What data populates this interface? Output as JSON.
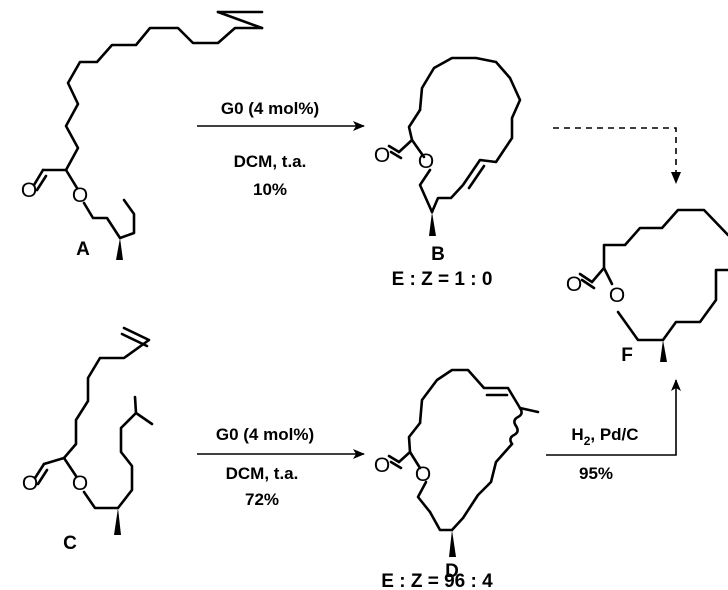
{
  "atoms": {
    "oxygen": "O"
  },
  "compounds": {
    "A": {
      "label": "A"
    },
    "B": {
      "label": "B",
      "ratio": "E : Z = 1 : 0"
    },
    "C": {
      "label": "C"
    },
    "D": {
      "label": "D",
      "ratio": "E : Z = 96 : 4"
    },
    "F": {
      "label": "F"
    }
  },
  "reactions": {
    "r1": {
      "reagent": "G0 (4 mol%)",
      "solvent": "DCM, t.a.",
      "yield": "10%"
    },
    "r2": {
      "reagent": "G0 (4 mol%)",
      "solvent": "DCM, t.a.",
      "yield": "72%"
    },
    "r3": {
      "reagent_main": "H",
      "reagent_sub": "2",
      "reagent_tail": ", Pd/C",
      "yield": "95%"
    }
  }
}
